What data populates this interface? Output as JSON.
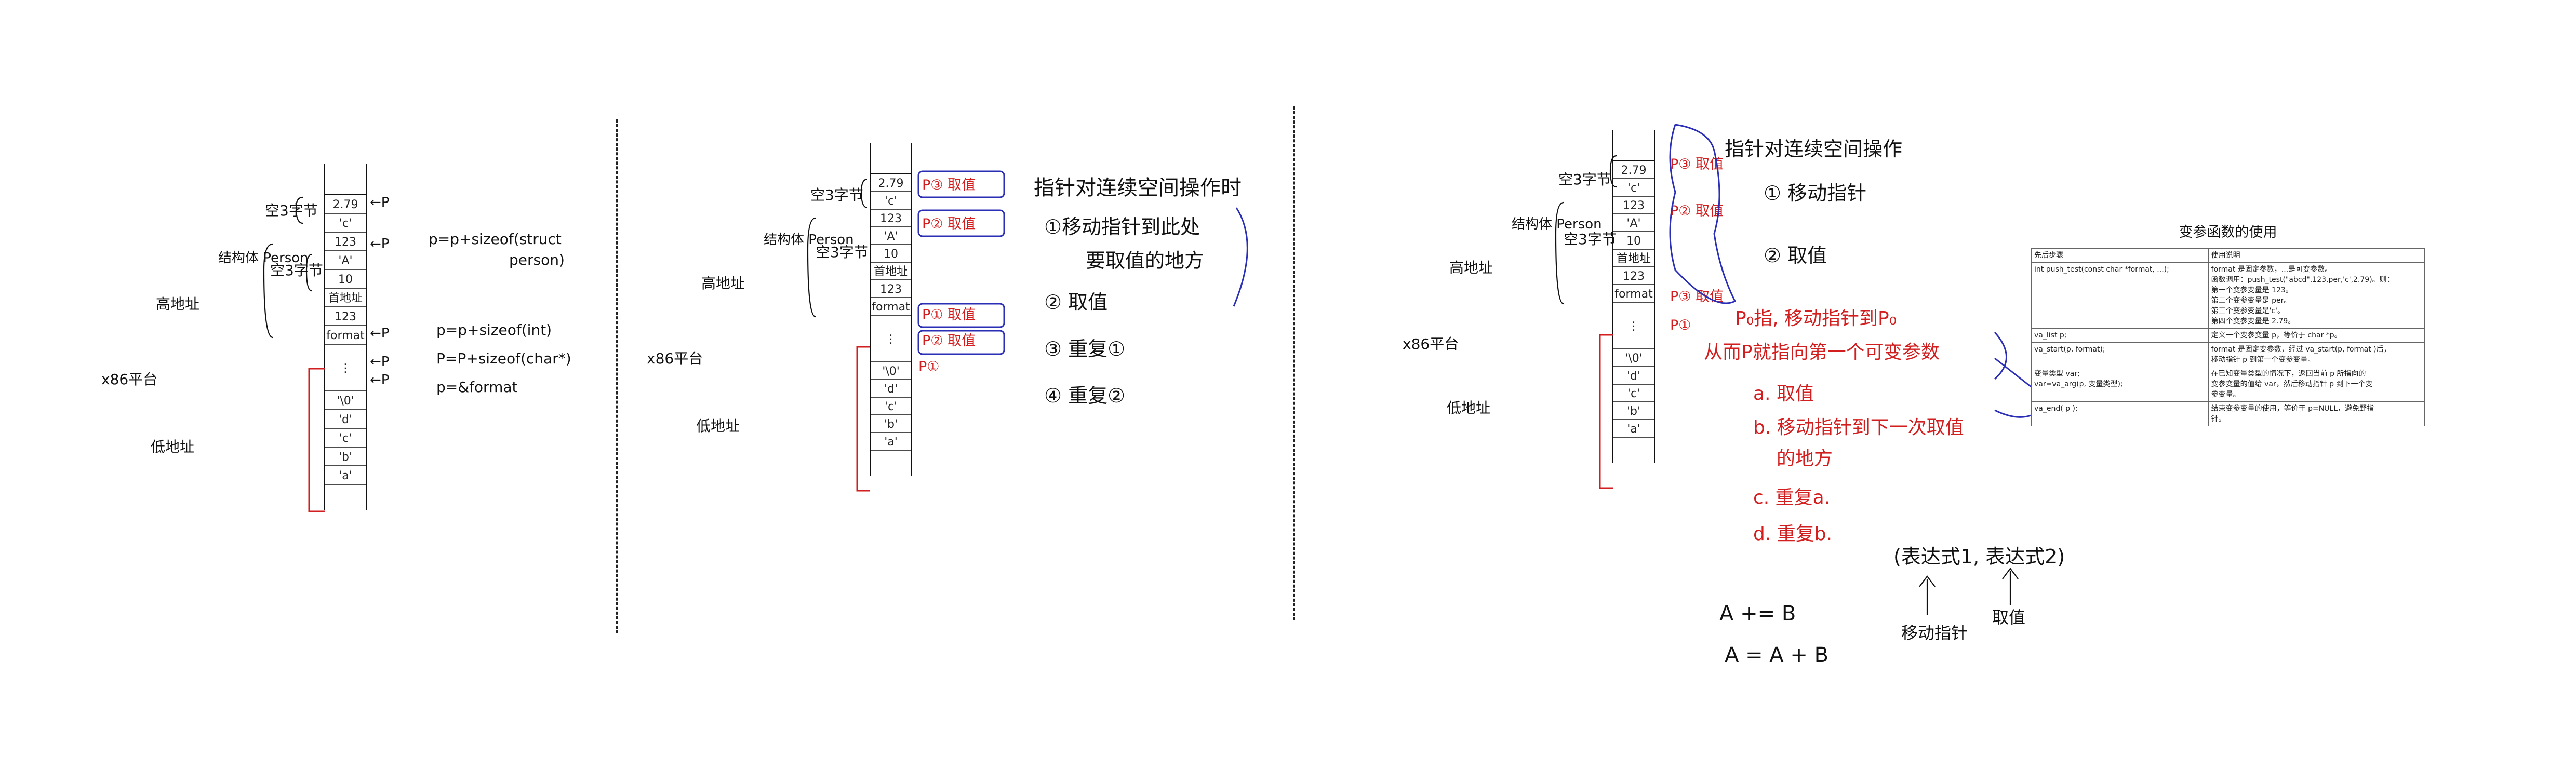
{
  "memory_cells": [
    "2.79",
    "'c'",
    "123",
    "'A'",
    "10",
    "首地址",
    "123",
    "format",
    "⋮",
    "'\\0'",
    "'d'",
    "'c'",
    "'b'",
    "'a'"
  ],
  "panel1": {
    "labels": {
      "null_byte": "空3字节",
      "struct_person": "结构体\nPerson",
      "null_byte2": "空3字节",
      "high_addr": "高地址",
      "x86": "x86平台",
      "low_addr": "低地址"
    },
    "pointer_marks": [
      "←P",
      "←P",
      "←P",
      "←P",
      "←P"
    ],
    "notes": [
      "p=p+sizeof(struct\nperson)",
      "p=p+sizeof(int)",
      "P=P+sizeof(char*)",
      "p=&format"
    ]
  },
  "panel2": {
    "title": "指针对连续空间操作时",
    "steps": [
      "①移动指针到此处\n要取值的地方",
      "② 取值",
      "③ 重复①",
      "④ 重复②"
    ],
    "red_marks": [
      "P③ 取值",
      "P② 取值",
      "P① 取值",
      "P② 取值",
      "P①"
    ],
    "labels": {
      "null_byte": "空3字节",
      "struct_person": "结构体\nPerson",
      "null_byte2": "空3字节",
      "high_addr": "高地址",
      "x86": "x86平台",
      "low_addr": "低地址"
    }
  },
  "panel3": {
    "title": "指针对连续空间操作",
    "steps": [
      "① 移动指针",
      "② 取值"
    ],
    "labels": {
      "null_byte": "空3字节",
      "struct_person": "结构体\nPerson",
      "null_byte2": "空3字节",
      "high_addr": "高地址",
      "x86": "x86平台",
      "low_addr": "低地址"
    },
    "red_marks": [
      "P③ 取值",
      "P② 取值",
      "P③ 取值",
      "P①"
    ],
    "red_notes": [
      "P₀指, 移动指针到P₀",
      "从而P就指向第一个可变参数",
      "a. 取值",
      "b. 移动指针到下一次取值\n的地方",
      "c. 重复a.",
      "d. 重复b."
    ],
    "expr_notes": [
      "A += B",
      "A = A + B",
      "(表达式1,  表达式2)",
      "移动指针",
      "取值"
    ]
  },
  "ref": {
    "title": "变参函数的使用",
    "headers": [
      "先后步骤",
      "使用说明"
    ],
    "rows": [
      [
        "int push_test(const char *format, ...);",
        "format 是固定参数，...是可变参数。\n函数调用：push_test(\"abcd\",123,per,'c',2.79)。则：\n第一个变参变量是 123。\n第二个变参变量是 per。\n第三个变参变量是'c'。\n第四个变参变量是 2.79。"
      ],
      [
        "va_list        p;",
        "定义一个变参变量 p，等价于 char *p。"
      ],
      [
        "va_start(p, format);",
        "format 是固定变参数，经过 va_start(p, format )后，\n移动指针 p 到第一个变参变量。"
      ],
      [
        "变量类型       var;\nvar=va_arg(p, 变量类型);",
        "在已知变量类型的情况下，返回当前 p 所指向的\n变参变量的值给 var，然后移动指针 p 到下一个变\n参变量。"
      ],
      [
        "va_end( p );",
        "结束变参变量的使用，等价于 p=NULL，避免野指\n针。"
      ]
    ]
  }
}
